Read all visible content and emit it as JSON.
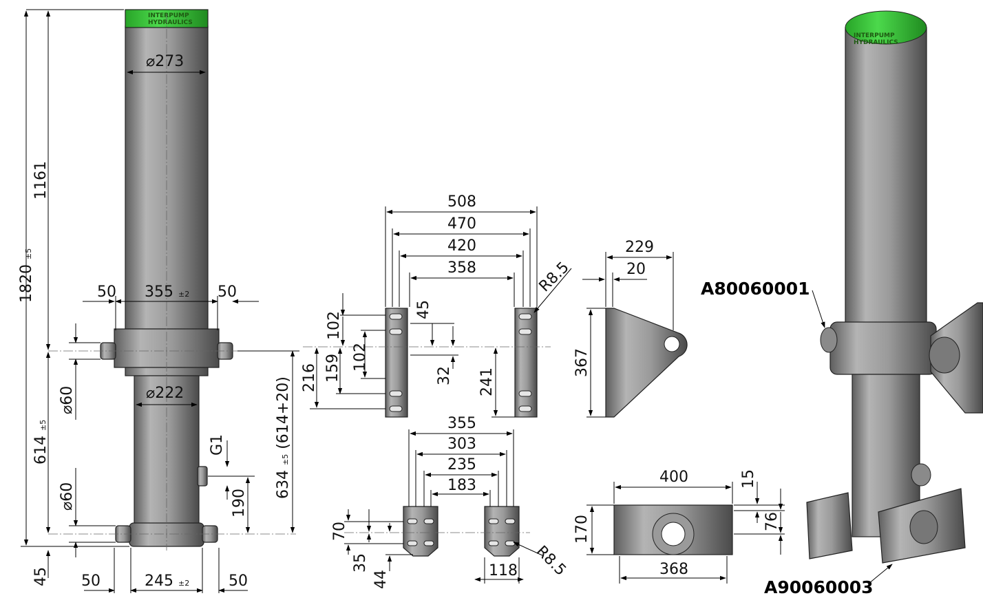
{
  "brand": {
    "logo_line1": "INTERPUMP",
    "logo_line2": "HYDRAULICS",
    "logo_color": "#2eb82e",
    "body_color": "#9a9a9a"
  },
  "cylinder": {
    "dia_top": "273",
    "dia_mid": "222",
    "pin_dia_top": "60",
    "pin_dia_bottom": "60",
    "len_total": "1820",
    "len_total_tol": "±5",
    "len_top": "1161",
    "len_close": "614",
    "len_close_tol": "±5",
    "len_bottom": "45",
    "ring_width": "355",
    "ring_width_tol": "±2",
    "ring_pin_left": "50",
    "ring_pin_right": "50",
    "base_width": "245",
    "base_width_tol": "±2",
    "base_pin_left": "50",
    "base_pin_right": "50",
    "port": "G1",
    "port_height": "190"
  },
  "upper_brackets": {
    "w1": "508",
    "w2": "470",
    "w3": "420",
    "w4": "358",
    "radius": "R8.5",
    "h_a": "102",
    "h_b": "159",
    "h_c": "102",
    "h_d": "216",
    "h_e": "45",
    "h_f": "32",
    "h_g": "241",
    "ref_height": "634",
    "ref_tol": "±5",
    "ref_note": "(614+20)"
  },
  "lower_brackets": {
    "w1": "355",
    "w2": "303",
    "w3": "235",
    "w4": "183",
    "h_a": "70",
    "h_b": "35",
    "h_c": "44",
    "width": "118",
    "radius": "R8.5"
  },
  "gusset": {
    "w": "229",
    "t": "20",
    "h": "367"
  },
  "base_view": {
    "w_top": "400",
    "w_bottom": "368",
    "h": "170",
    "h_a": "15",
    "h_b": "76"
  },
  "part_codes": {
    "upper": "A80060001",
    "lower": "A90060003"
  }
}
